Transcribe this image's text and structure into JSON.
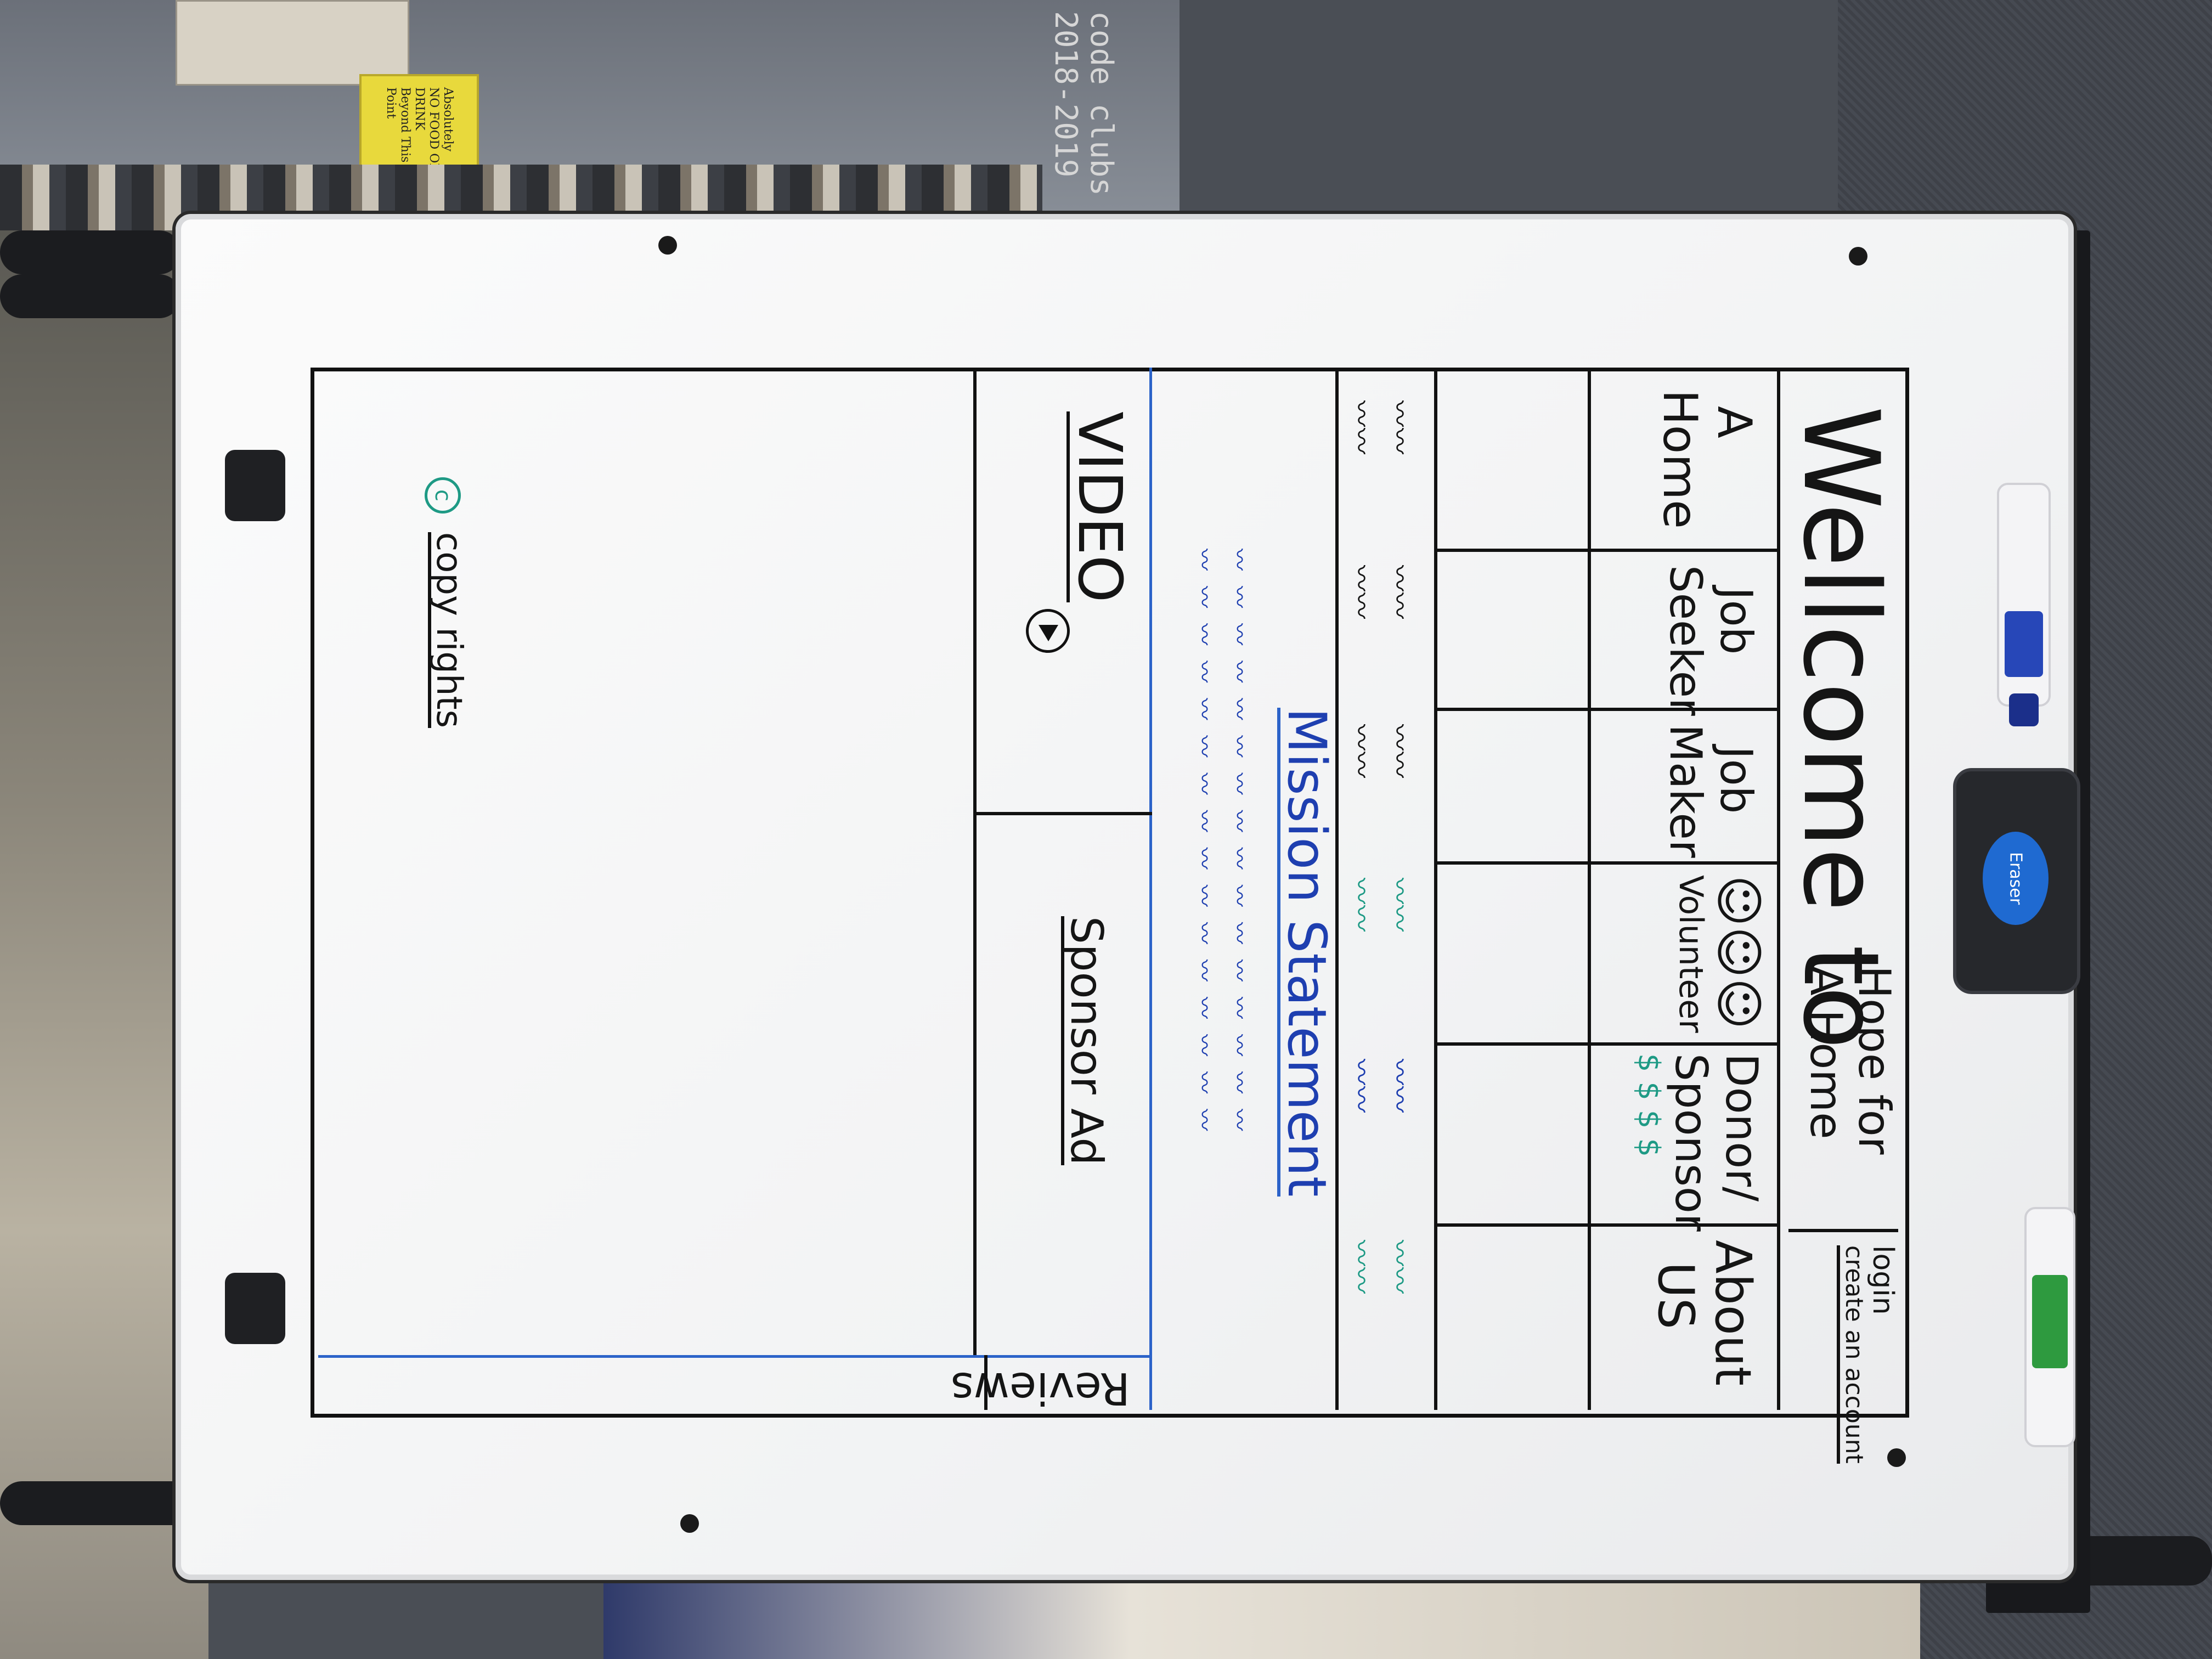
{
  "header": {
    "title": "Wellcome to",
    "site_name_line1": "Hope for",
    "site_name_line2": "A Home",
    "login": "login",
    "create_account": "create an account"
  },
  "nav": [
    {
      "label_line1": "A",
      "label_line2": "Home"
    },
    {
      "label_line1": "Job",
      "label_line2": "Seeker"
    },
    {
      "label_line1": "Job",
      "label_line2": "Maker"
    },
    {
      "label_line1": "",
      "label_line2": "Volunteer"
    },
    {
      "label_line1": "Donor/",
      "label_line2": "Sponsor"
    },
    {
      "label_line1": "About",
      "label_line2": "US"
    }
  ],
  "mission": {
    "title": "Mission Statement"
  },
  "media": {
    "video": "VIDEO",
    "sponsor_ad": "Sponsor Ad"
  },
  "reviews": {
    "label": "Reviews"
  },
  "footer": {
    "copyright_symbol": "c",
    "copyright": "copy rights"
  },
  "scene": {
    "sign_text": "Absolutely NO FOOD OR DRINK Beyond This Point",
    "eraser_text": "Eraser",
    "glass_text": "code clubs 2018-2019"
  }
}
